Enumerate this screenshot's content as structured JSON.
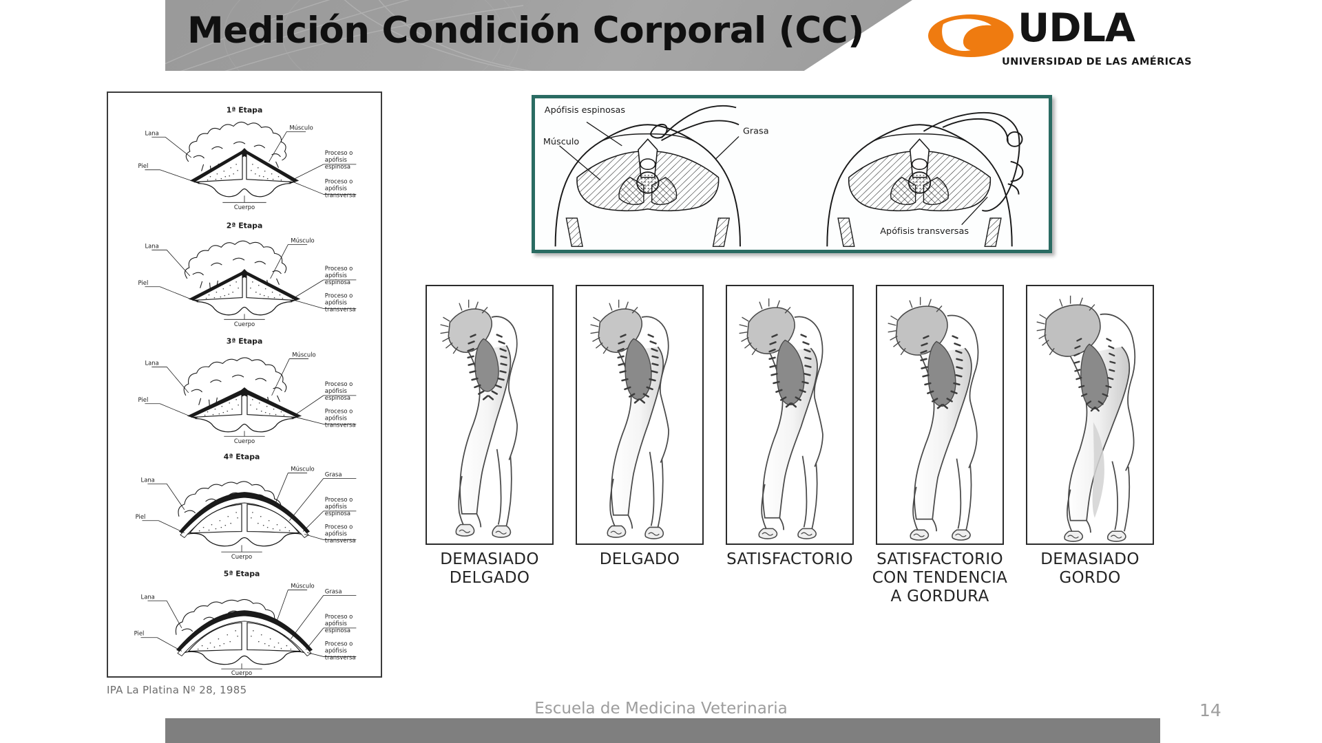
{
  "slide": {
    "title": "Medición Condición Corporal (CC)",
    "page_number": "14",
    "footer_text": "Escuela de Medicina Veterinaria",
    "colors": {
      "header_gray": "#9e9e9e",
      "bottom_bar_gray": "#7f7f7f",
      "logo_orange": "#ef7b10",
      "teal_border": "#2a6b62",
      "title_black": "#101010",
      "footer_gray": "#9d9d9d"
    }
  },
  "logo": {
    "mark_icon": "udla-swoosh-icon",
    "wordmark": "UDLA",
    "subtitle": "UNIVERSIDAD DE LAS AMÉRICAS"
  },
  "left_plate": {
    "source_caption": "IPA La Platina Nº 28, 1985",
    "stages": [
      {
        "title": "1ª Etapa",
        "labels": {
          "left_top": "Lana",
          "left_bottom": "Piel",
          "center_bottom": "Cuerpo",
          "right_top": "Músculo",
          "right_mid": "Proceso o apófisis espinosa",
          "right_low": "Proceso o apófisis transversa",
          "fat": ""
        }
      },
      {
        "title": "2ª Etapa",
        "labels": {
          "left_top": "Lana",
          "left_bottom": "Piel",
          "center_bottom": "Cuerpo",
          "right_top": "Músculo",
          "right_mid": "Proceso o apófisis espinosa",
          "right_low": "Proceso o apófisis transversa",
          "fat": ""
        }
      },
      {
        "title": "3ª Etapa",
        "labels": {
          "left_top": "Lana",
          "left_bottom": "Piel",
          "center_bottom": "Cuerpo",
          "right_top": "Músculo",
          "right_mid": "Proceso o apófisis espinosa",
          "right_low": "Proceso o apófisis transversa",
          "fat": ""
        }
      },
      {
        "title": "4ª Etapa",
        "labels": {
          "left_top": "Lana",
          "left_bottom": "Piel",
          "center_bottom": "Cuerpo",
          "right_top": "Músculo",
          "right_mid": "Proceso o apófisis espinosa",
          "right_low": "Proceso o apófisis transversa",
          "fat": "Grasa"
        }
      },
      {
        "title": "5ª Etapa",
        "labels": {
          "left_top": "Lana",
          "left_bottom": "Piel",
          "center_bottom": "Cuerpo",
          "right_top": "Músculo",
          "right_mid": "Proceso o apófisis espinosa",
          "right_low": "Proceso o apófisis transversa",
          "fat": "Grasa"
        }
      }
    ]
  },
  "palpation_diagram": {
    "labels": {
      "spinous": "Apófisis espinosas",
      "muscle": "Músculo",
      "fat": "Grasa",
      "transverse": "Apófisis transversas"
    }
  },
  "condition_scale": {
    "items": [
      {
        "caption_line1": "DEMASIADO",
        "caption_line2": "DELGADO",
        "caption_line3": ""
      },
      {
        "caption_line1": "DELGADO",
        "caption_line2": "",
        "caption_line3": ""
      },
      {
        "caption_line1": "SATISFACTORIO",
        "caption_line2": "",
        "caption_line3": ""
      },
      {
        "caption_line1": "SATISFACTORIO",
        "caption_line2": "CON TENDENCIA",
        "caption_line3": "A GORDURA"
      },
      {
        "caption_line1": "DEMASIADO",
        "caption_line2": "GORDO",
        "caption_line3": ""
      }
    ]
  }
}
